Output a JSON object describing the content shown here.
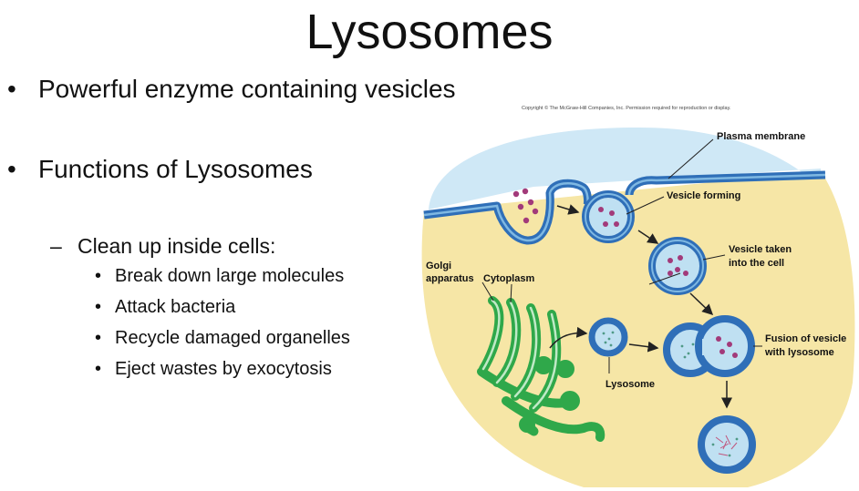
{
  "slide": {
    "title": "Lysosomes",
    "bullets": [
      "Powerful enzyme containing vesicles",
      "Functions of Lysosomes"
    ],
    "sub_bullet": "Clean up inside cells:",
    "sub_sub_bullets": [
      "Break down large molecules",
      "Attack bacteria",
      "Recycle damaged organelles",
      "Eject wastes by exocytosis"
    ],
    "bullet_glyph": "•",
    "dash_glyph": "–"
  },
  "diagram": {
    "copyright": "Copyright © The McGraw-Hill Companies, Inc. Permission required for reproduction or display.",
    "labels": {
      "plasma_membrane": "Plasma membrane",
      "vesicle_forming": "Vesicle forming",
      "vesicle_taken_1": "Vesicle taken",
      "vesicle_taken_2": "into the cell",
      "golgi_1": "Golgi",
      "golgi_2": "apparatus",
      "cytoplasm": "Cytoplasm",
      "fusion_1": "Fusion of vesicle",
      "fusion_2": "with lysosome",
      "lysosome": "Lysosome"
    },
    "colors": {
      "extracellular": "#cfe8f6",
      "cytoplasm": "#f6e6a6",
      "membrane": "#2f6fb8",
      "vesicle_fill": "#bfe0f2",
      "particles": "#a23a7a",
      "golgi": "#2fa84a",
      "enzymes": "#4f9a86"
    }
  }
}
